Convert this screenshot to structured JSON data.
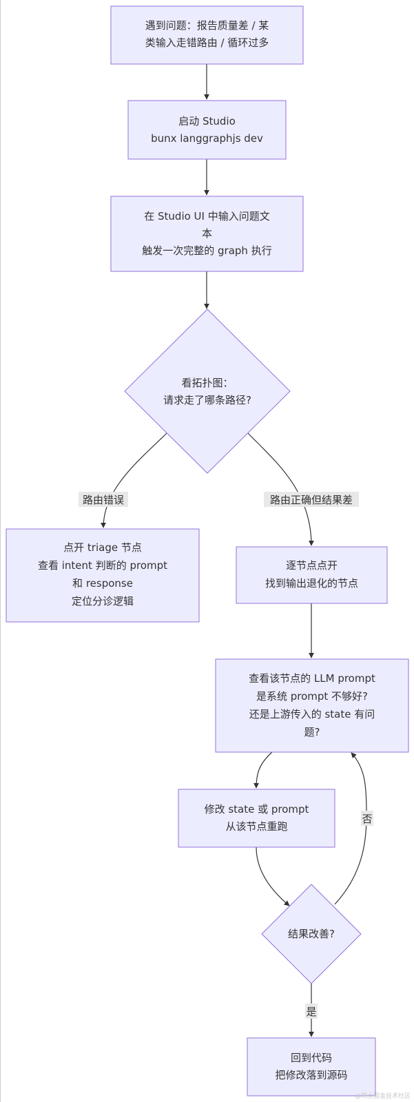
{
  "nodes": {
    "problem": {
      "lines": [
        "遇到问题：报告质量差 / 某",
        "类输入走错路由 / 循环过多"
      ]
    },
    "start_studio": {
      "lines": [
        "启动 Studio",
        "bunx langgraphjs dev"
      ]
    },
    "input_question": {
      "lines": [
        "在 Studio UI 中输入问题文",
        "本",
        "触发一次完整的 graph 执行"
      ]
    },
    "topology": {
      "lines": [
        "看拓扑图：",
        "请求走了哪条路径?"
      ]
    },
    "triage": {
      "lines": [
        "点开 triage 节点",
        "查看 intent 判断的 prompt",
        "和 response",
        "定位分诊逻辑"
      ]
    },
    "step_nodes": {
      "lines": [
        "逐节点点开",
        "找到输出退化的节点"
      ]
    },
    "inspect_llm": {
      "lines": [
        "查看该节点的 LLM prompt",
        "是系统 prompt 不够好?",
        "还是上游传入的 state 有问",
        "题?"
      ]
    },
    "modify": {
      "lines": [
        "修改 state 或 prompt",
        "从该节点重跑"
      ]
    },
    "improved": {
      "lines": [
        "结果改善?"
      ]
    },
    "back_to_code": {
      "lines": [
        "回到代码",
        "把修改落到源码"
      ]
    }
  },
  "edges": {
    "route_wrong": "路由错误",
    "route_right": "路由正确但结果差",
    "no": "否",
    "yes": "是"
  },
  "colors": {
    "node_fill": "#ECECFF",
    "node_stroke": "#9370DB",
    "edge": "#333333",
    "label_bg": "#e8e8e8"
  },
  "watermark": "@稀土掘金技术社区"
}
